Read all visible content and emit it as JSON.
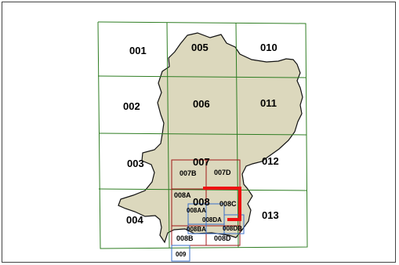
{
  "map": {
    "colors": {
      "land": "#dcd8bd",
      "land_outline": "#111111",
      "grid_green": "#2e7d22",
      "grid_red": "#a01818",
      "grid_blue": "#3a6fc9",
      "highlight_red": "#ee1111"
    },
    "tiles": {
      "t001": "001",
      "t005": "005",
      "t010": "010",
      "t002": "002",
      "t006": "006",
      "t011": "011",
      "t003": "003",
      "t007": "007",
      "t012": "012",
      "t004": "004",
      "t008": "008",
      "t013": "013",
      "t009": "009"
    },
    "subtiles": {
      "s007b": "007B",
      "s007d": "007D",
      "s008a": "008A",
      "s008c": "008C",
      "s008b": "008B",
      "s008d": "008D",
      "s008aa": "008AA",
      "s008da": "008DA",
      "s008ba": "008BA",
      "s008db": "008DB"
    }
  }
}
